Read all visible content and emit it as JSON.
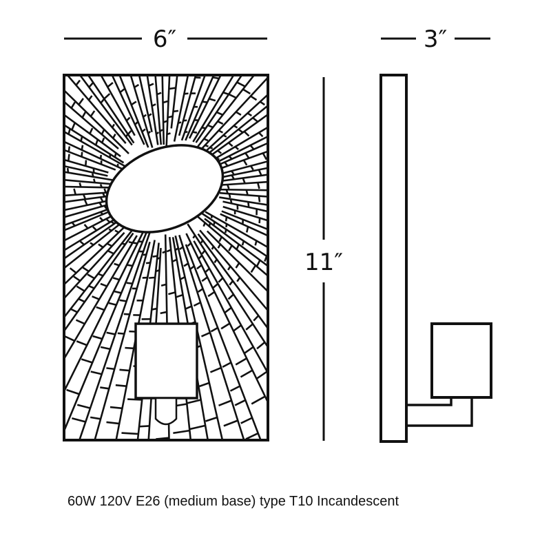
{
  "dimensions": {
    "width": "6″",
    "height": "11″",
    "depth": "3″"
  },
  "caption": "60W 120V E26 (medium base) type T10 Incandescent",
  "colors": {
    "line": "#111111",
    "background": "#ffffff"
  }
}
